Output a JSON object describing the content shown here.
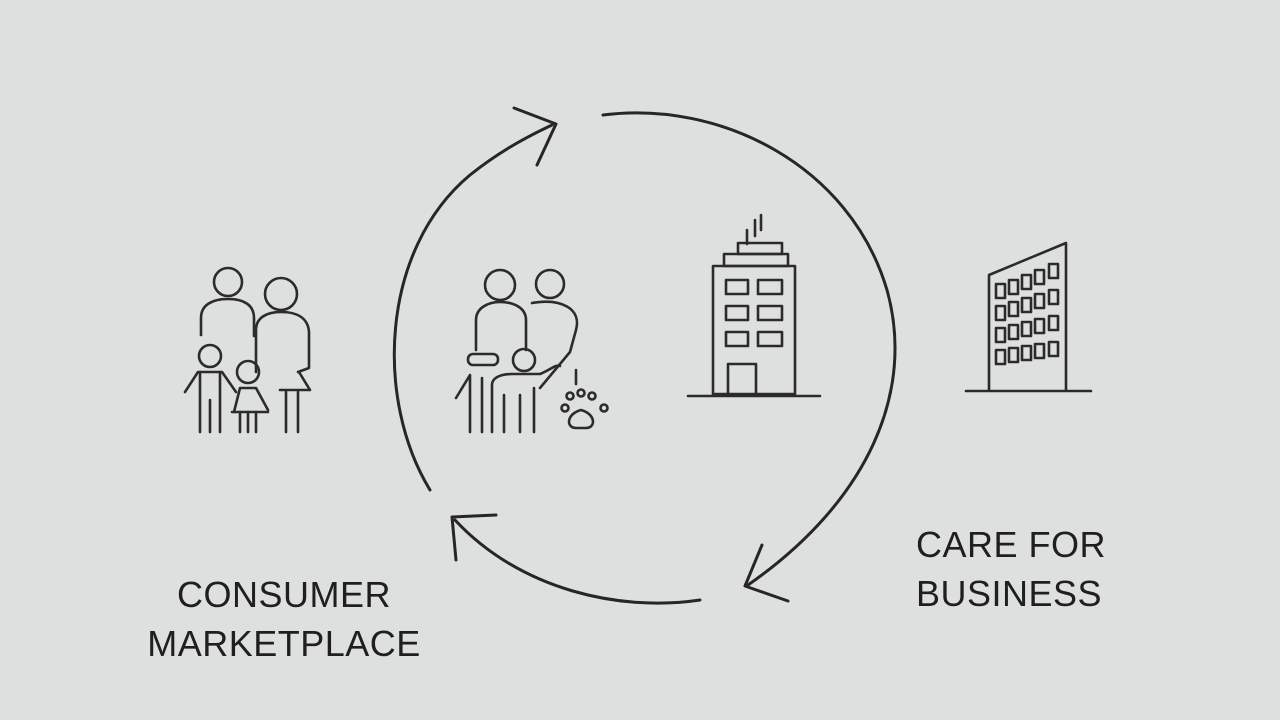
{
  "labels": {
    "consumer_line1": "CONSUMER",
    "consumer_line2": "MARKETPLACE",
    "business_line1": "CARE FOR",
    "business_line2": "BUSINESS"
  },
  "icons": {
    "left": "family-icon",
    "center_left": "family-with-pet-icon",
    "center_right": "office-building-icon",
    "right": "building-icon",
    "cycle": "cycle-arrows-icon"
  },
  "colors": {
    "background": "#dedfdf",
    "stroke": "#2b2b2b",
    "text": "#1f1f1f"
  }
}
